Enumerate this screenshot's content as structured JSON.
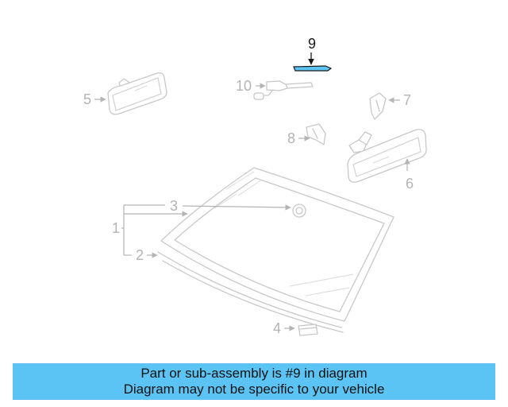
{
  "diagram": {
    "callouts": [
      "1",
      "2",
      "3",
      "4",
      "5",
      "6",
      "7",
      "8",
      "9",
      "10"
    ],
    "highlighted_part": "9",
    "highlight_color": "#5bc4f5"
  },
  "banner": {
    "line1": "Part or sub-assembly is #9 in diagram",
    "line2": "Diagram may not be specific to your vehicle",
    "background": "#5bc4f5"
  }
}
